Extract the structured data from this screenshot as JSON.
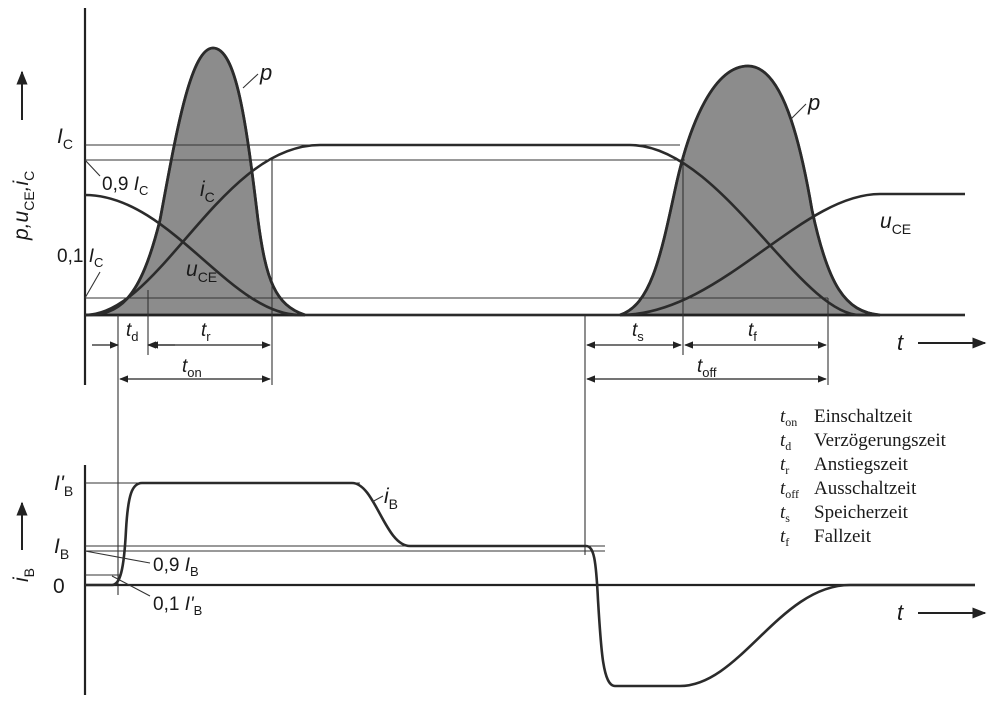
{
  "colors": {
    "ink": "#222222",
    "hatch": "#8c8c8c",
    "paper": "#ffffff"
  },
  "top": {
    "y_label": {
      "main": "p,u",
      "s1": "CE",
      "mid": ",i",
      "s2": "C"
    },
    "x_label": "t",
    "level_IC": {
      "main": "I",
      "sub": "C"
    },
    "level_09": {
      "pre": "0,9 ",
      "main": "I",
      "sub": "C"
    },
    "level_01": {
      "pre": "0,1 ",
      "main": "I",
      "sub": "C"
    },
    "curve_p1": "p",
    "curve_p2": "p",
    "curve_iC": {
      "main": "i",
      "sub": "C"
    },
    "curve_uCE1": {
      "main": "u",
      "sub": "CE"
    },
    "curve_uCE2": {
      "main": "u",
      "sub": "CE"
    },
    "dims": {
      "td": {
        "main": "t",
        "sub": "d"
      },
      "tr": {
        "main": "t",
        "sub": "r"
      },
      "ton": {
        "main": "t",
        "sub": "on"
      },
      "ts": {
        "main": "t",
        "sub": "s"
      },
      "tf": {
        "main": "t",
        "sub": "f"
      },
      "toff": {
        "main": "t",
        "sub": "off"
      }
    }
  },
  "bottom": {
    "y_label": {
      "main": "i",
      "sub": "B"
    },
    "x_label": "t",
    "level_IBp": {
      "main": "I'",
      "sub": "B"
    },
    "level_IB": {
      "main": "I",
      "sub": "B"
    },
    "level_zero": "0",
    "level_09": {
      "pre": "0,9 ",
      "main": "I",
      "sub": "B"
    },
    "level_01": {
      "pre": "0,1 ",
      "main": "I'",
      "sub": "B"
    },
    "curve_iB": {
      "main": "i",
      "sub": "B"
    }
  },
  "legend": [
    {
      "sym": "t",
      "sub": "on",
      "text": "Einschaltzeit"
    },
    {
      "sym": "t",
      "sub": "d",
      "text": "Verzögerungszeit"
    },
    {
      "sym": "t",
      "sub": "r",
      "text": "Anstiegszeit"
    },
    {
      "sym": "t",
      "sub": "off",
      "text": "Ausschaltzeit"
    },
    {
      "sym": "t",
      "sub": "s",
      "text": "Speicherzeit"
    },
    {
      "sym": "t",
      "sub": "f",
      "text": "Fallzeit"
    }
  ]
}
